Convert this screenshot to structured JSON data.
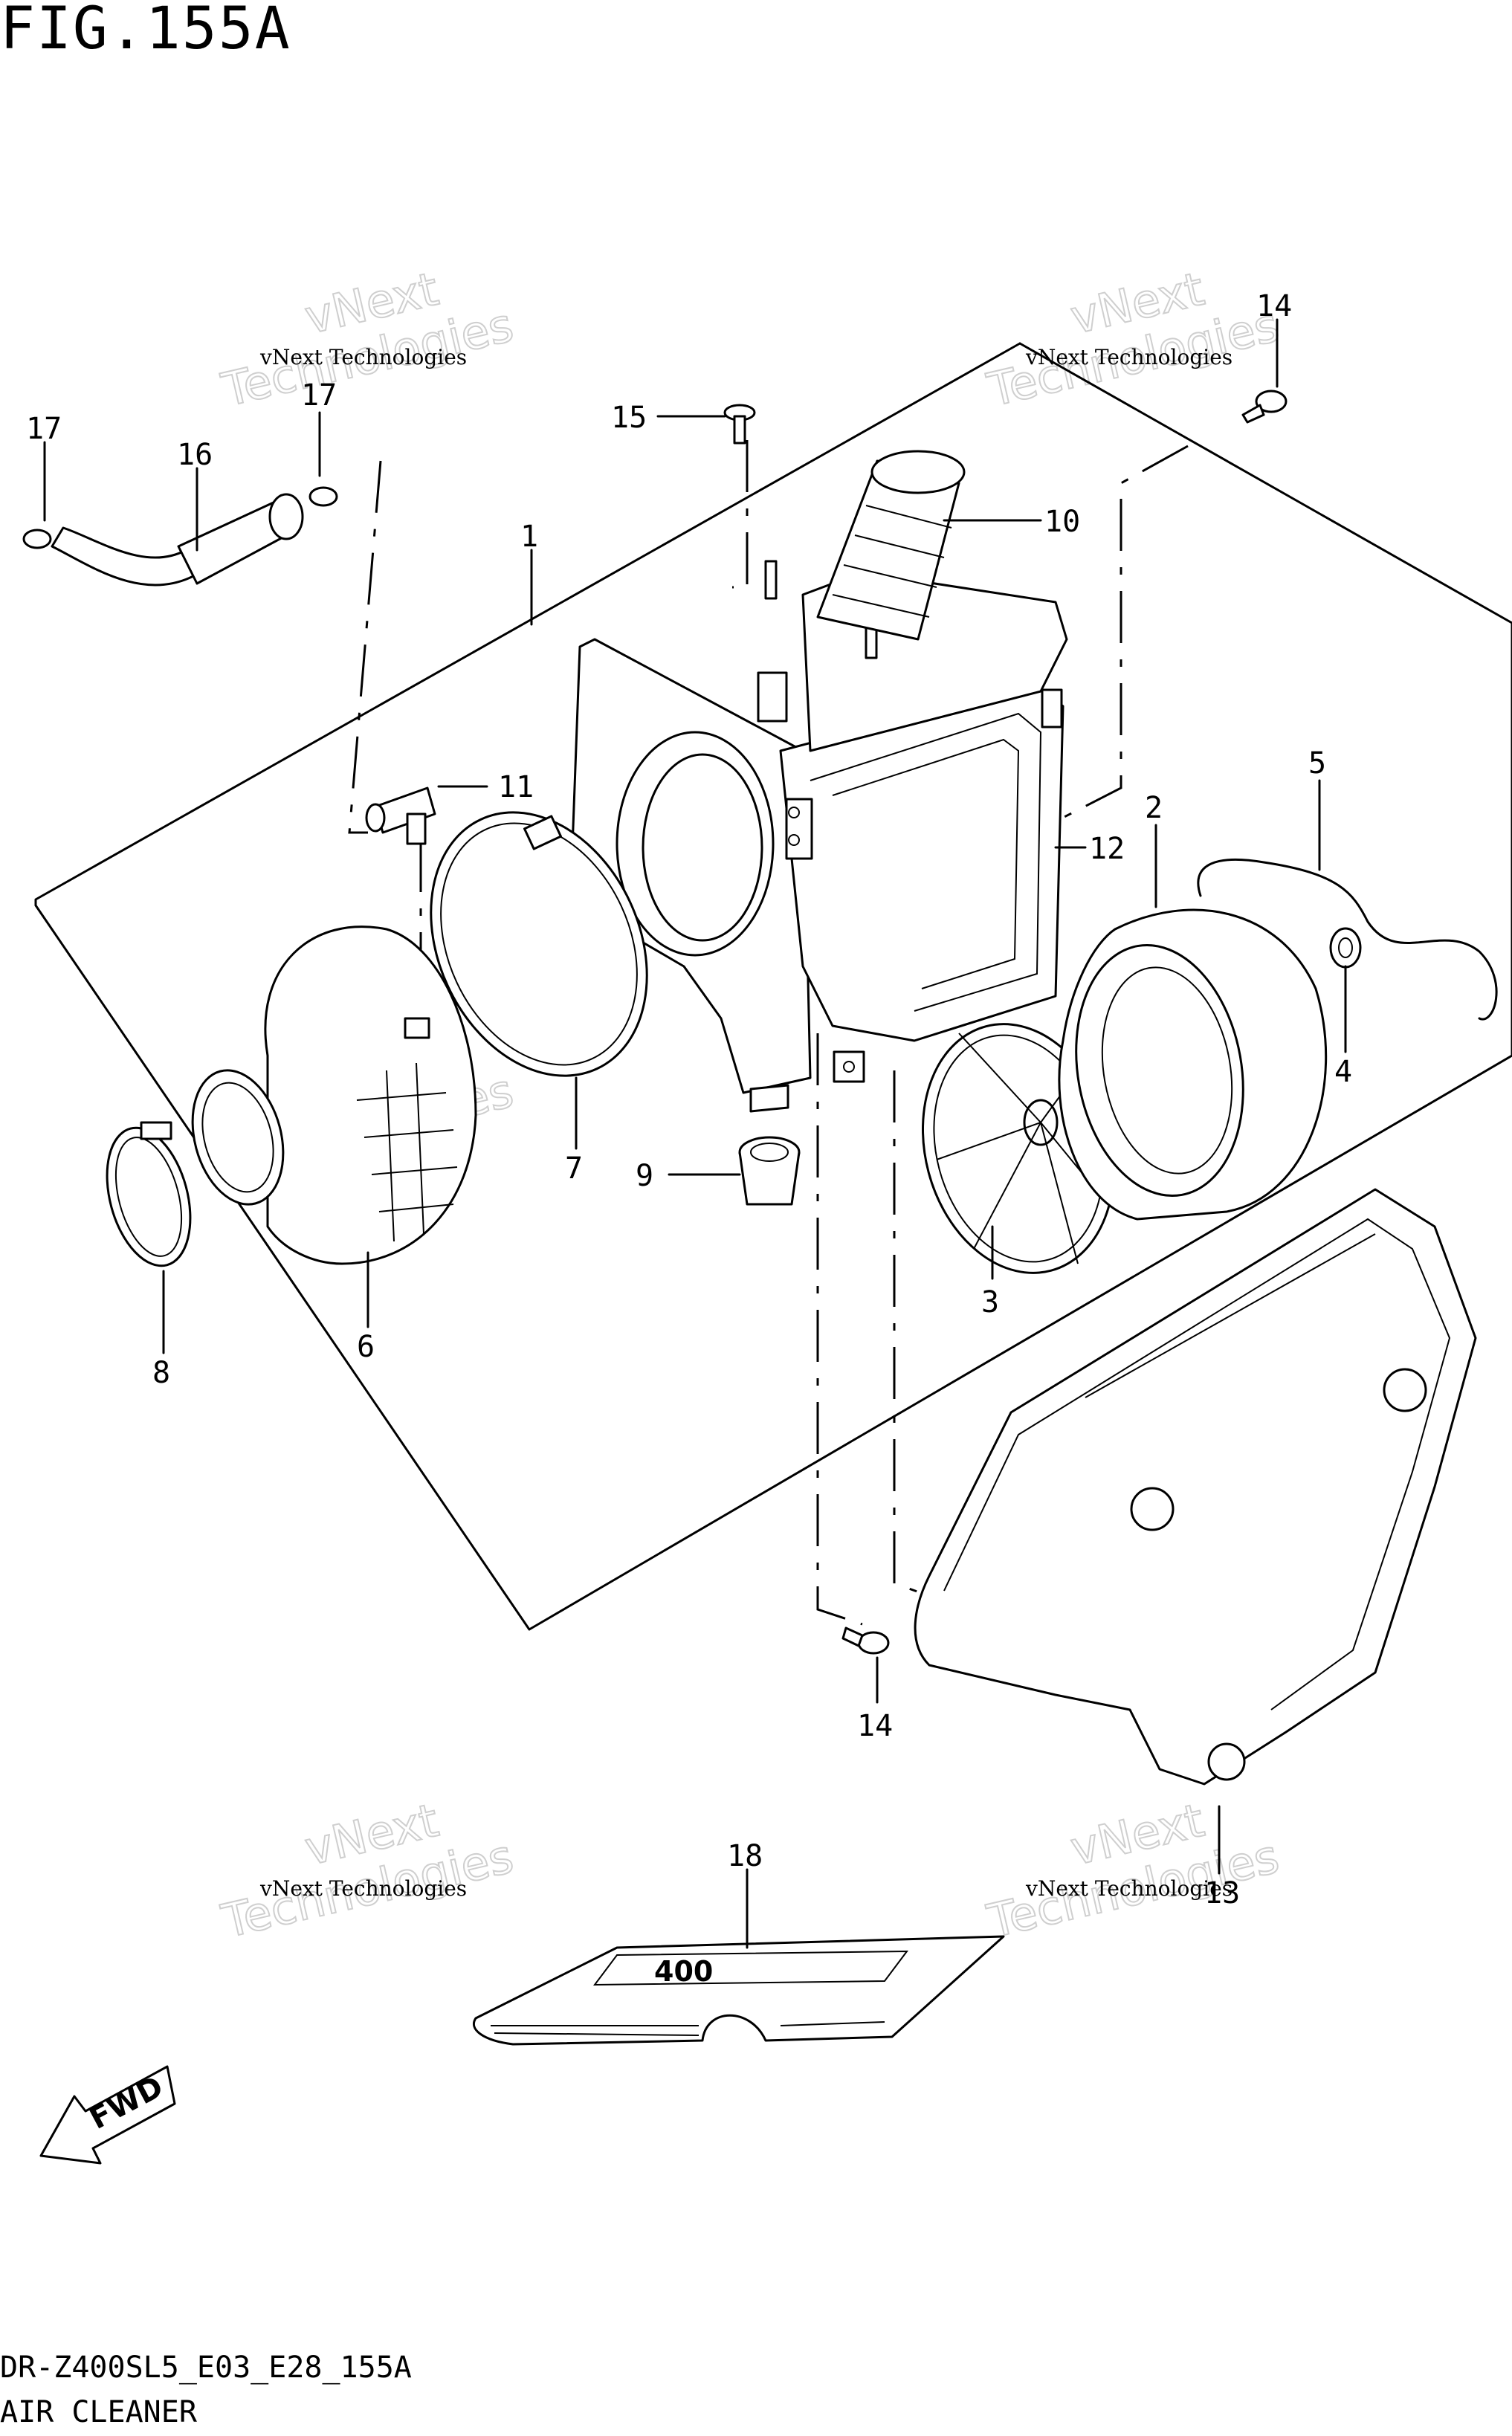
{
  "figure": {
    "title": "FIG.155A",
    "code": "DR-Z400SL5_E03_E28_155A",
    "caption": "AIR CLEANER"
  },
  "watermark": {
    "company": "vNext Technologies",
    "word_top": "vNext",
    "word_bottom": "Technologies"
  },
  "fwd_label": "FWD",
  "decal_text": "400",
  "callouts": [
    "1",
    "2",
    "3",
    "4",
    "5",
    "6",
    "7",
    "8",
    "9",
    "10",
    "11",
    "12",
    "13",
    "14",
    "14",
    "15",
    "16",
    "17",
    "17",
    "18"
  ]
}
